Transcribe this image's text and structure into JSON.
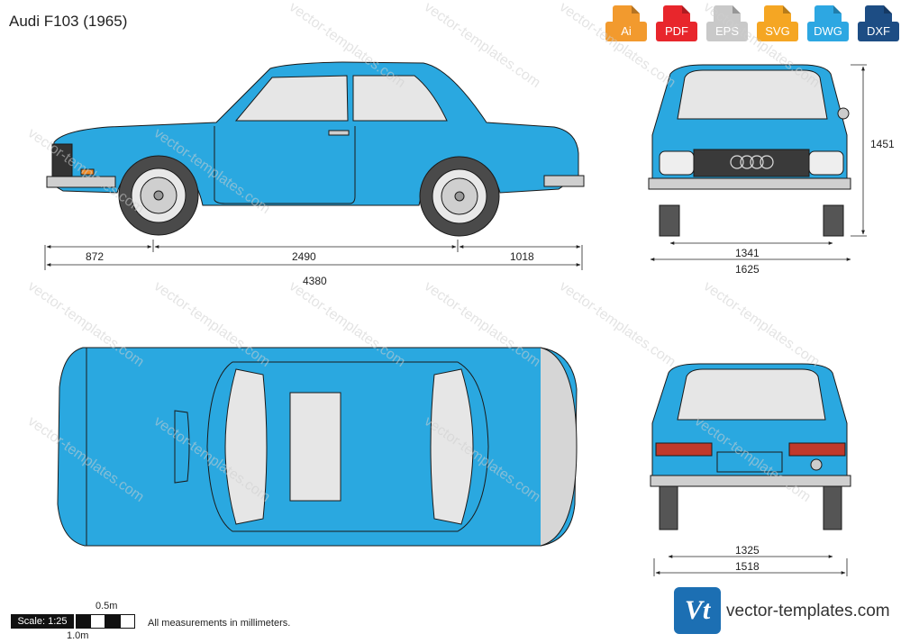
{
  "title": "Audi F103 (1965)",
  "formats": [
    {
      "label": "Ai",
      "color": "#f29a2e"
    },
    {
      "label": "PDF",
      "color": "#e8262c"
    },
    {
      "label": "EPS",
      "color": "#c9c9c9"
    },
    {
      "label": "SVG",
      "color": "#f5a623"
    },
    {
      "label": "DWG",
      "color": "#2da7e2"
    },
    {
      "label": "DXF",
      "color": "#1d4d84"
    }
  ],
  "dimensions": {
    "front_overhang": "872",
    "wheelbase": "2490",
    "rear_overhang": "1018",
    "length": "4380",
    "height": "1451",
    "front_track": "1341",
    "width": "1625",
    "rear_track": "1325",
    "rear_width": "1518"
  },
  "scale": {
    "label": "Scale: 1:25",
    "half": "0.5m",
    "full": "1.0m"
  },
  "note": "All measurements in millimeters.",
  "brand": {
    "logo": "Vt",
    "url": "vector-templates.com"
  },
  "watermark": "vector-templates.com",
  "colors": {
    "body": "#2aa8e0",
    "outline": "#1a1a1a",
    "glass": "#e6e6e6",
    "tire": "#4a4a4a"
  }
}
